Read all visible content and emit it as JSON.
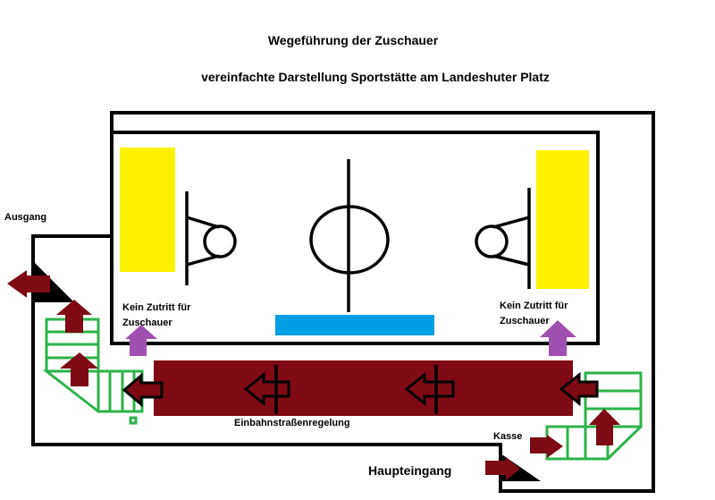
{
  "title": "Wegeführung der Zuschauer",
  "subtitle": "vereinfachte Darstellung Sportstätte am Landeshuter Platz",
  "labels": {
    "exit": "Ausgang",
    "no_access_left_1": "Kein Zutritt für",
    "no_access_left_2": "Zuschauer",
    "no_access_right_1": "Kein Zutritt für",
    "no_access_right_2": "Zuschauer",
    "one_way": "Einbahnstraßenregelung",
    "ticket_office": "Kasse",
    "main_entrance": "Haupteingang"
  },
  "colors": {
    "corridor": "#7d0a14",
    "stairs": "#2db34a",
    "goal_zone": "#fff200",
    "bench": "#009fe3",
    "no_access_arrow": "#a050b0"
  }
}
